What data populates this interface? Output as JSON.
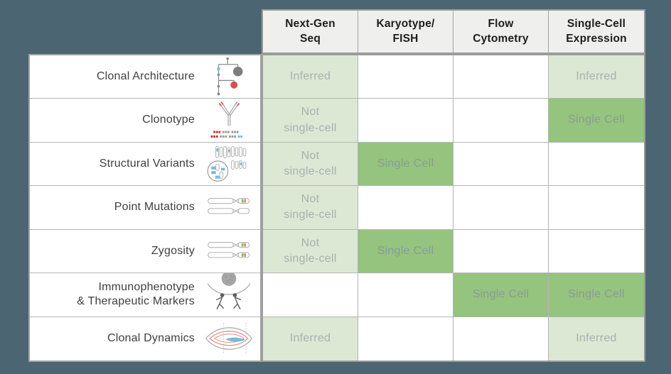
{
  "canvas": {
    "background": "#4b6672"
  },
  "table": {
    "columns": [
      {
        "label": "Next-Gen\nSeq"
      },
      {
        "label": "Karyotype/\nFISH"
      },
      {
        "label": "Flow\nCytometry"
      },
      {
        "label": "Single-Cell\nExpression"
      }
    ],
    "cell_styles": {
      "light_bg": "#dce8d3",
      "light_text": "#a9afb2",
      "dark_bg": "#94c47e",
      "dark_text": "#8e9a97",
      "empty_bg": "#ffffff"
    },
    "rows": [
      {
        "label": "Clonal Architecture",
        "icon": "clonal-architecture-icon",
        "cells": [
          {
            "text": "Inferred",
            "variant": "light"
          },
          {
            "text": "",
            "variant": "empty"
          },
          {
            "text": "",
            "variant": "empty"
          },
          {
            "text": "Inferred",
            "variant": "light"
          }
        ]
      },
      {
        "label": "Clonotype",
        "icon": "clonotype-icon",
        "cells": [
          {
            "text": "Not\nsingle-cell",
            "variant": "light"
          },
          {
            "text": "",
            "variant": "empty"
          },
          {
            "text": "",
            "variant": "empty"
          },
          {
            "text": "Single Cell",
            "variant": "dark"
          }
        ]
      },
      {
        "label": "Structural Variants",
        "icon": "structural-variants-icon",
        "cells": [
          {
            "text": "Not\nsingle-cell",
            "variant": "light"
          },
          {
            "text": "Single Cell",
            "variant": "dark"
          },
          {
            "text": "",
            "variant": "empty"
          },
          {
            "text": "",
            "variant": "empty"
          }
        ]
      },
      {
        "label": "Point Mutations",
        "icon": "point-mutations-icon",
        "cells": [
          {
            "text": "Not\nsingle-cell",
            "variant": "light"
          },
          {
            "text": "",
            "variant": "empty"
          },
          {
            "text": "",
            "variant": "empty"
          },
          {
            "text": "",
            "variant": "empty"
          }
        ]
      },
      {
        "label": "Zygosity",
        "icon": "zygosity-icon",
        "cells": [
          {
            "text": "Not\nsingle-cell",
            "variant": "light"
          },
          {
            "text": "Single Cell",
            "variant": "dark"
          },
          {
            "text": "",
            "variant": "empty"
          },
          {
            "text": "",
            "variant": "empty"
          }
        ]
      },
      {
        "label": "Immunophenotype\n& Therapeutic Markers",
        "icon": "immunophenotype-icon",
        "cells": [
          {
            "text": "",
            "variant": "empty"
          },
          {
            "text": "",
            "variant": "empty"
          },
          {
            "text": "Single Cell",
            "variant": "dark"
          },
          {
            "text": "Single Cell",
            "variant": "dark"
          }
        ]
      },
      {
        "label": "Clonal Dynamics",
        "icon": "clonal-dynamics-icon",
        "cells": [
          {
            "text": "Inferred",
            "variant": "light"
          },
          {
            "text": "",
            "variant": "empty"
          },
          {
            "text": "",
            "variant": "empty"
          },
          {
            "text": "Inferred",
            "variant": "light"
          }
        ]
      }
    ]
  }
}
